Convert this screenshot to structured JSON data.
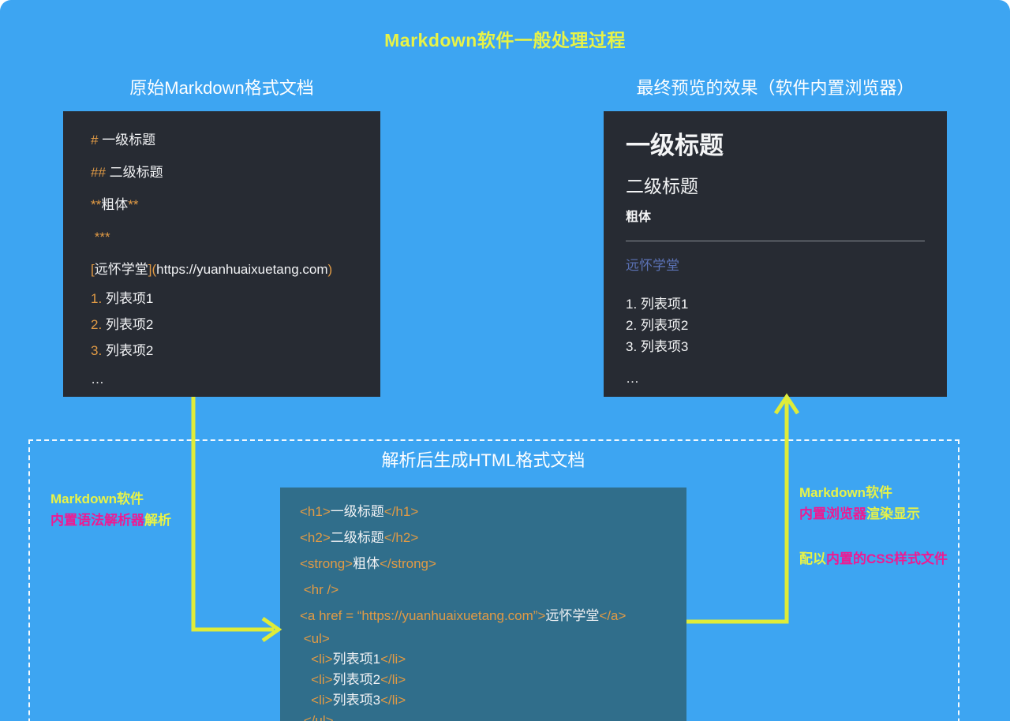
{
  "title": "Markdown软件一般处理过程",
  "colors": {
    "background_blue": "#3da5f2",
    "panel_dark": "#272b33",
    "panel_teal": "#306e8b",
    "token_orange": "#e09a45",
    "title_yellow": "#e8f347",
    "label_pink": "#ee1a92",
    "arrow_yellow": "#dfec39",
    "preview_link_blue": "#5b72b5"
  },
  "source_panel": {
    "heading": "原始Markdown格式文档",
    "block_lines": [
      [
        {
          "t": "# ",
          "c": "accent"
        },
        {
          "t": "一级标题",
          "c": "plain"
        }
      ],
      [
        {
          "t": "## ",
          "c": "accent"
        },
        {
          "t": "二级标题",
          "c": "plain"
        }
      ],
      [
        {
          "t": "**",
          "c": "accent"
        },
        {
          "t": "粗体",
          "c": "plain"
        },
        {
          "t": "**",
          "c": "accent"
        }
      ],
      [
        {
          "t": " ***",
          "c": "accent"
        }
      ],
      [
        {
          "t": "[",
          "c": "accent"
        },
        {
          "t": "远怀学堂",
          "c": "plain"
        },
        {
          "t": "](",
          "c": "accent"
        },
        {
          "t": "https://yuanhuaixuetang.com",
          "c": "plain"
        },
        {
          "t": ")",
          "c": "accent"
        }
      ]
    ],
    "list_lines": [
      [
        {
          "t": "1. ",
          "c": "accent"
        },
        {
          "t": "列表项1",
          "c": "plain"
        }
      ],
      [
        {
          "t": "2. ",
          "c": "accent"
        },
        {
          "t": "列表项2",
          "c": "plain"
        }
      ],
      [
        {
          "t": "3. ",
          "c": "accent"
        },
        {
          "t": "列表项2",
          "c": "plain"
        }
      ]
    ],
    "ellipsis": "…"
  },
  "preview_panel": {
    "heading": "最终预览的效果（软件内置浏览器）",
    "h1": "一级标题",
    "h2": "二级标题",
    "bold": "粗体",
    "link": "远怀学堂",
    "list_items": [
      "1. 列表项1",
      "2. 列表项2",
      "3. 列表项3"
    ],
    "ellipsis": "…"
  },
  "parser_box": {
    "heading": "解析后生成HTML格式文档",
    "block_lines": [
      [
        {
          "t": "<h1>",
          "c": "accent"
        },
        {
          "t": "一级标题",
          "c": "plain"
        },
        {
          "t": "</h1>",
          "c": "accent"
        }
      ],
      [
        {
          "t": "<h2>",
          "c": "accent"
        },
        {
          "t": "二级标题",
          "c": "plain"
        },
        {
          "t": "</h2>",
          "c": "accent"
        }
      ],
      [
        {
          "t": "<strong>",
          "c": "accent"
        },
        {
          "t": "粗体",
          "c": "plain"
        },
        {
          "t": "</strong>",
          "c": "accent"
        }
      ],
      [
        {
          "t": " <hr />",
          "c": "accent"
        }
      ],
      [
        {
          "t": "<a href = “https://yuanhuaixuetang.com”>",
          "c": "accent"
        },
        {
          "t": "远怀学堂",
          "c": "plain"
        },
        {
          "t": "</a>",
          "c": "accent"
        }
      ]
    ],
    "list_lines": [
      [
        {
          "t": " <ul>",
          "c": "accent"
        }
      ],
      [
        {
          "t": "   <li>",
          "c": "accent"
        },
        {
          "t": "列表项1",
          "c": "plain"
        },
        {
          "t": "</li>",
          "c": "accent"
        }
      ],
      [
        {
          "t": "   <li>",
          "c": "accent"
        },
        {
          "t": "列表项2",
          "c": "plain"
        },
        {
          "t": "</li>",
          "c": "accent"
        }
      ],
      [
        {
          "t": "   <li>",
          "c": "accent"
        },
        {
          "t": "列表项3",
          "c": "plain"
        },
        {
          "t": "</li>",
          "c": "accent"
        }
      ],
      [
        {
          "t": " </ul>",
          "c": "accent"
        }
      ]
    ]
  },
  "labels": {
    "left": [
      [
        {
          "t": "Markdown软件",
          "c": "yellow"
        }
      ],
      [
        {
          "t": "内置语法解析器",
          "c": "pink"
        },
        {
          "t": "解析",
          "c": "yellow"
        }
      ]
    ],
    "right_top": [
      [
        {
          "t": "Markdown软件",
          "c": "yellow"
        }
      ],
      [
        {
          "t": "内置浏览器",
          "c": "pink"
        },
        {
          "t": "渲染显示",
          "c": "yellow"
        }
      ]
    ],
    "right_bottom": [
      [
        {
          "t": "配以",
          "c": "yellow"
        },
        {
          "t": "内置的CSS样式文件",
          "c": "pink"
        }
      ]
    ]
  }
}
